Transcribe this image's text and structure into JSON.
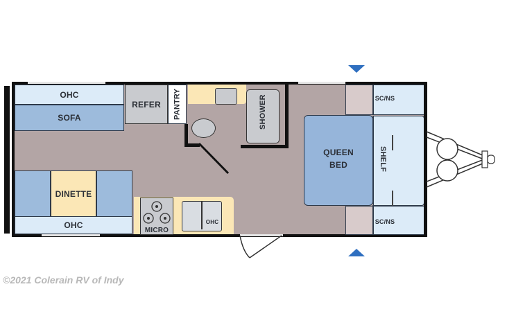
{
  "floorplan": {
    "colors": {
      "floor": "#b3a5a5",
      "wall": "#111111",
      "overhead_cabinet": "#dcebf8",
      "seating": "#9dbbdc",
      "bed": "#96b5da",
      "appliance": "#c9cbcf",
      "counter": "#fbe7b6",
      "slide_marker": "#2f6fc0"
    },
    "rooms": {
      "ohc_front_left": "OHC",
      "sofa": "SOFA",
      "refer": "REFER",
      "pantry": "PANTRY",
      "shower": "SHOWER",
      "queen_bed_line1": "QUEEN",
      "queen_bed_line2": "BED",
      "shelf": "SHELF",
      "scns_top": "SC/NS",
      "scns_bottom": "SC/NS",
      "dinette": "DINETTE",
      "ohc_dinette": "OHC",
      "micro": "MICRO",
      "ohc_kitchen": "OHC"
    },
    "icons": [
      "toilet-icon",
      "sink-icon",
      "stove-burner-icon",
      "entry-door-icon",
      "hitch-icon",
      "propane-tank-icon",
      "slide-marker-icon"
    ]
  },
  "footer": {
    "copyright": "©2021 Colerain RV of Indy"
  }
}
